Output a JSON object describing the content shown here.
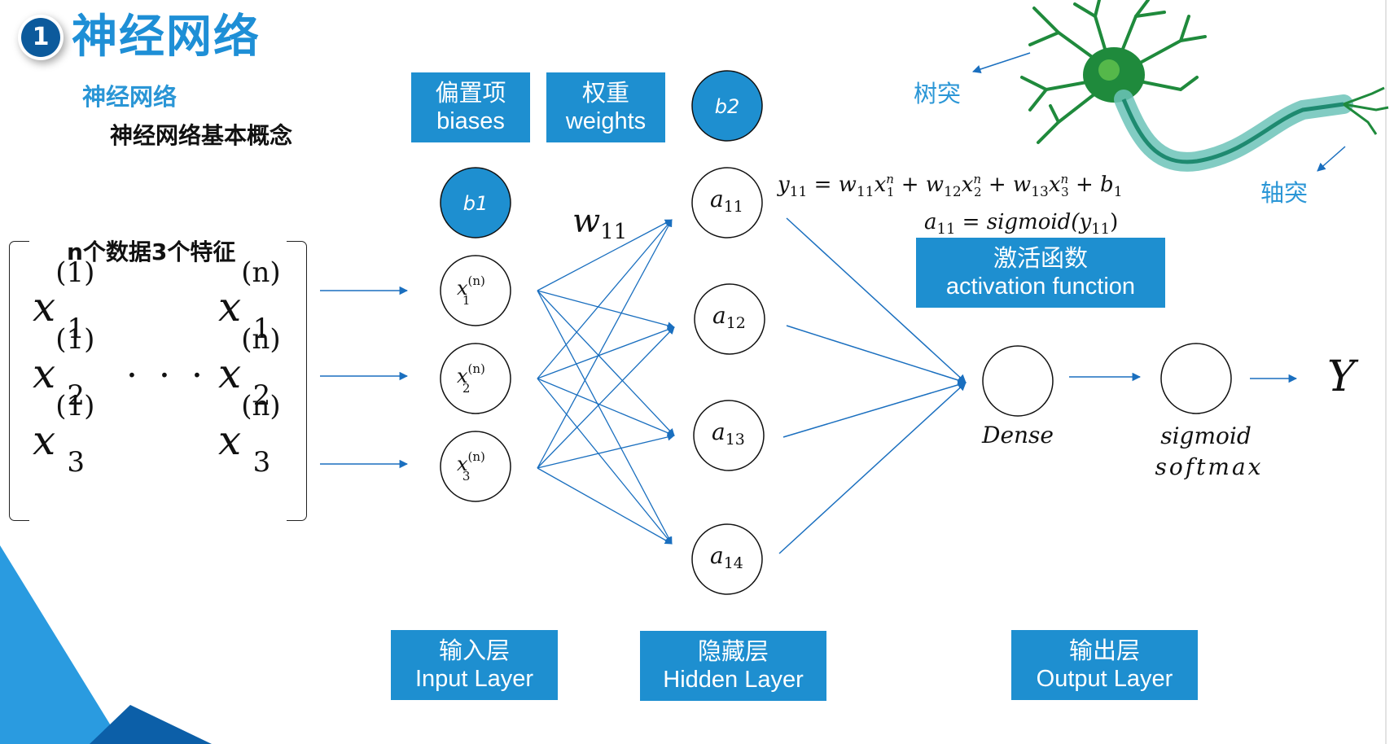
{
  "header": {
    "badge": "1",
    "title": "神经网络",
    "subtitle": "神经网络",
    "subsubtitle": "神经网络基本概念"
  },
  "labels": {
    "biases_cn": "偏置项",
    "biases_en": "biases",
    "weights_cn": "权重",
    "weights_en": "weights",
    "activation_cn": "激活函数",
    "activation_en": "activation function",
    "input_cn": "输入层",
    "input_en": "Input Layer",
    "hidden_cn": "隐藏层",
    "hidden_en": "Hidden Layer",
    "output_cn": "输出层",
    "output_en": "Output Layer",
    "dendrite": "树突",
    "axon": "轴突"
  },
  "matrix": {
    "title": "n个数据3个特征",
    "dots": "· · ·"
  },
  "nodes": {
    "b1": "b1",
    "b2": "b2",
    "w": "w",
    "w_sub": "11",
    "a": "a",
    "a_subs": [
      "11",
      "12",
      "13",
      "14"
    ],
    "x": "x",
    "x_sup": "(n)",
    "x_subs": [
      "1",
      "2",
      "3"
    ],
    "dense": "Dense",
    "sigmoid": "sigmoid",
    "softmax": "softmax",
    "y": "Y"
  },
  "formulas": {
    "line1_parts": [
      "y",
      "11",
      " = ",
      "w",
      "11",
      "x",
      "n",
      "1",
      " + ",
      "w",
      "12",
      "x",
      "n",
      "2",
      " + ",
      "w",
      "13",
      "x",
      "n",
      "3",
      " + ",
      "b",
      "1"
    ],
    "line2_a": "a",
    "line2_sub": "11",
    "line2_rest": " = sigmoid(",
    "line2_y": "y",
    "line2_ysub": "11",
    "line2_close": ")"
  },
  "colors": {
    "accent": "#1e8fd0",
    "title_blue": "#1e8fd6",
    "dark_blue": "#0c5a9c",
    "arrow": "#1a6fbf",
    "neuron_green": "#1f8a3c",
    "axon_teal": "#6cc3b8"
  }
}
